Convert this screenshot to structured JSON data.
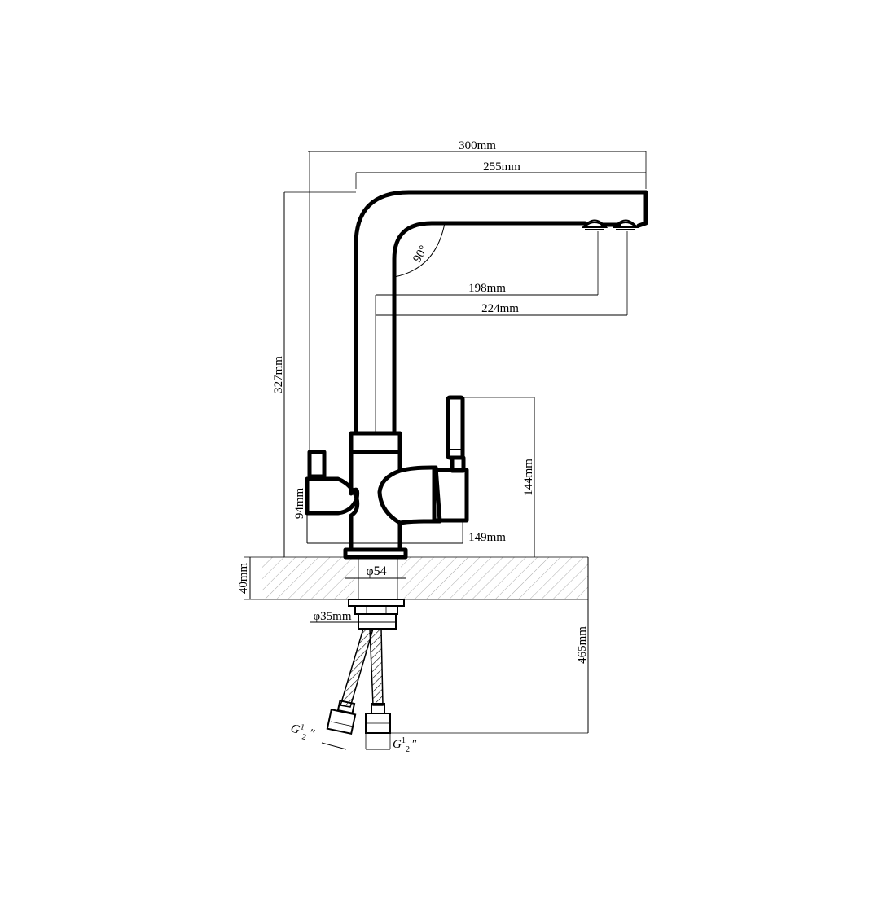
{
  "dimensions": {
    "width_total": "300mm",
    "width_spout": "255mm",
    "height_total": "327mm",
    "reach_1": "198mm",
    "reach_2": "224mm",
    "angle": "90°",
    "handle_height": "144mm",
    "left_height": "94mm",
    "base_offset": "149mm",
    "base_diameter": "φ54",
    "worktop_thickness": "40mm",
    "shank_diameter": "φ35mm",
    "hose_length": "465mm",
    "thread_left": "G",
    "thread_left_frac": "1",
    "thread_left_den": "2",
    "thread_left_inch": "″",
    "thread_right": "G",
    "thread_right_frac": "1",
    "thread_right_den": "2",
    "thread_right_inch": "″"
  }
}
